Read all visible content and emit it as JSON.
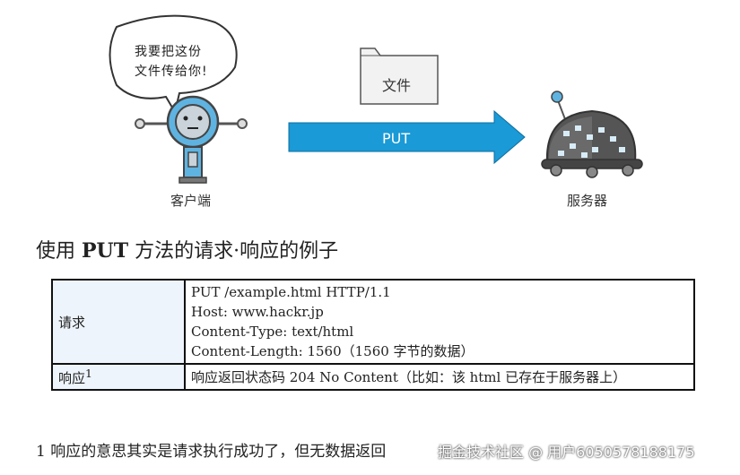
{
  "illustration": {
    "bubble_line1": "我要把这份",
    "bubble_line2": "文件传给你!",
    "file_label": "文件",
    "arrow_label": "PUT",
    "client_label": "客户端",
    "server_label": "服务器",
    "arrow_color": "#1a9ad6"
  },
  "heading": {
    "prefix": "使用 ",
    "method": "PUT",
    "suffix": " 方法的请求·响应的例子"
  },
  "table": {
    "request_label": "请求",
    "request_lines": [
      "PUT /example.html HTTP/1.1",
      "Host: www.hackr.jp",
      "Content-Type: text/html",
      "Content-Length: 1560（1560 字节的数据）"
    ],
    "response_label": "响应",
    "response_sup": "1",
    "response_value": "响应返回状态码 204 No Content（比如：该 html 已存在于服务器上）"
  },
  "footnote": "1 响应的意思其实是请求执行成功了，但无数据返回",
  "watermark": "掘金技术社区 @ 用户6050578188175"
}
